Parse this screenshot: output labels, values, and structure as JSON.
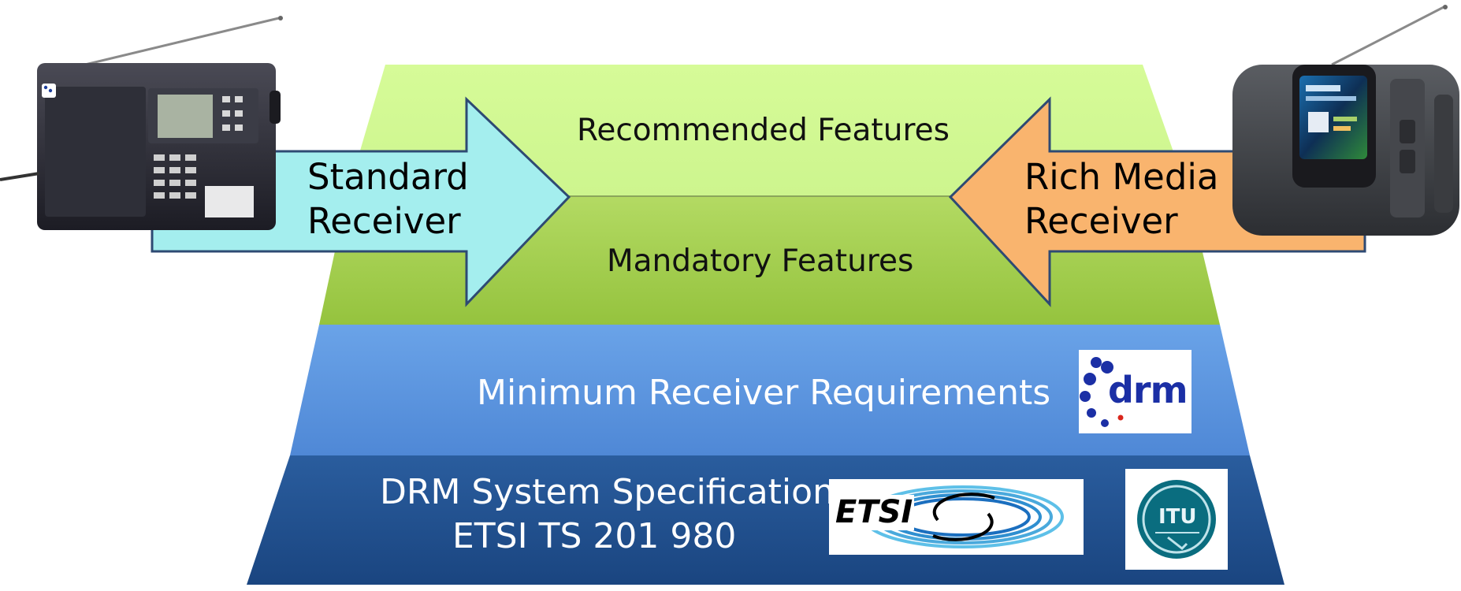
{
  "layers": {
    "recommended": "Recommended Features",
    "mandatory": "Mandatory Features",
    "minimum": "Minimum Receiver Requirements",
    "spec_line1": "DRM System Specification",
    "spec_line2": "ETSI TS 201 980"
  },
  "arrows": {
    "left_line1": "Standard",
    "left_line2": "Receiver",
    "right_line1": "Rich Media",
    "right_line2": "Receiver"
  },
  "logos": {
    "drm": "drm",
    "etsi": "ETSI",
    "itu": "ITU"
  },
  "colors": {
    "recommended_fill": "#d3fb96",
    "mandatory_fill": "#a5cf50",
    "minimum_fill": "#5c97e0",
    "spec_fill": "#1f4f8f",
    "left_arrow_fill": "#a4eeee",
    "right_arrow_fill": "#f9b46e",
    "outline": "#2e4a73"
  }
}
